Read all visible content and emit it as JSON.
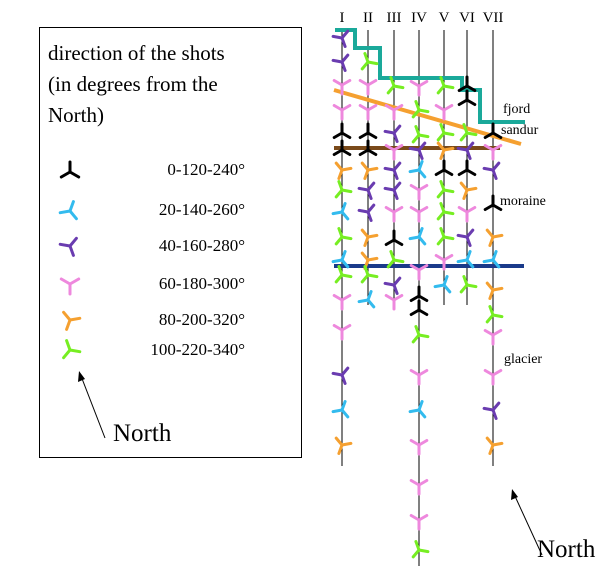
{
  "legend": {
    "title_lines": [
      "direction of the shots",
      "(in degrees from the",
      "North)"
    ],
    "items": [
      {
        "label": "0-120-240°",
        "color": "#000000",
        "angle": 0
      },
      {
        "label": "20-140-260°",
        "color": "#33bbee",
        "angle": 20
      },
      {
        "label": "40-160-280°",
        "color": "#6a3cb0",
        "angle": 40
      },
      {
        "label": "60-180-300°",
        "color": "#ee88dd",
        "angle": 60
      },
      {
        "label": "80-200-320°",
        "color": "#f5a030",
        "angle": 80
      },
      {
        "label": "100-220-340°",
        "color": "#77ee22",
        "angle": 100
      }
    ],
    "north_label": "North"
  },
  "map": {
    "column_labels": [
      "I",
      "II",
      "III",
      "IV",
      "V",
      "VI",
      "VII"
    ],
    "zone_labels": {
      "fjord": "fjord",
      "sandur": "sandur",
      "moraine": "moraine",
      "glacier": "glacier"
    },
    "north_label": "North",
    "boundary_colors": {
      "fjord_line": "#1aa99a",
      "sandur_line": "#f5a030",
      "sandur_moraine": "#7a4a1a",
      "moraine_glacier": "#1a3a8a"
    }
  }
}
